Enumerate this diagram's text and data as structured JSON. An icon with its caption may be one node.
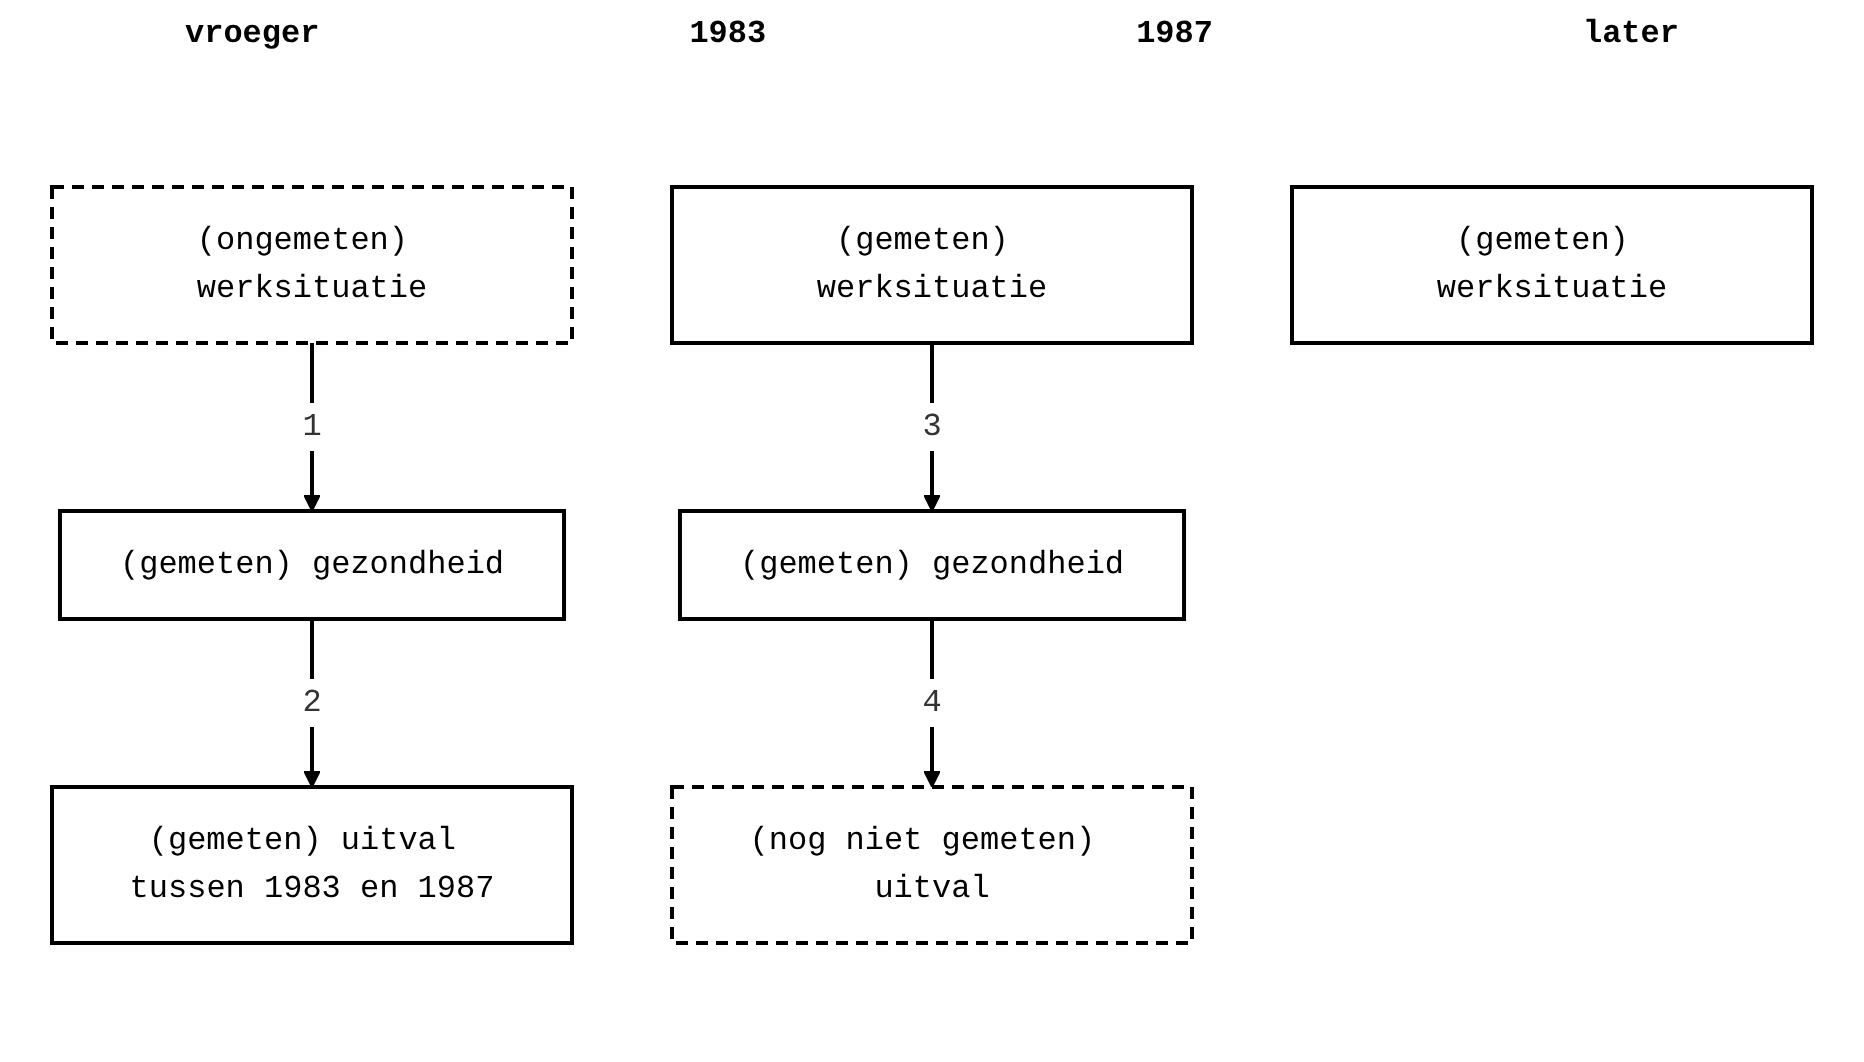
{
  "diagram": {
    "nodes": [
      {
        "text": [
          "(ongemeten) werksituatie"
        ]
      },
      {
        "text": [
          "(gemeten) werksituatie"
        ]
      },
      {
        "text": [
          "(gemeten) werksituatie"
        ]
      },
      {
        "text": [
          "(gemeten) gezondheid"
        ]
      },
      {
        "text": [
          "(gemeten) gezondheid"
        ]
      },
      {
        "text": [
          "(gemeten) uitval tussen 1983 en 1987"
        ]
      },
      {
        "text": [
          "(nog niet gemeten) uitval"
        ]
      }
    ],
    "edges": [
      {
        "from": 0,
        "to": 3,
        "arrow": "to",
        "label": "1"
      },
      {
        "from": 3,
        "to": 5,
        "arrow": "to",
        "label": "2"
      },
      {
        "from": 1,
        "to": 4,
        "arrow": "to",
        "label": "3"
      },
      {
        "from": 4,
        "to": 6,
        "arrow": "to",
        "label": "4"
      }
    ],
    "labels": [
      "vroeger",
      "1983",
      "1987",
      "later"
    ]
  }
}
